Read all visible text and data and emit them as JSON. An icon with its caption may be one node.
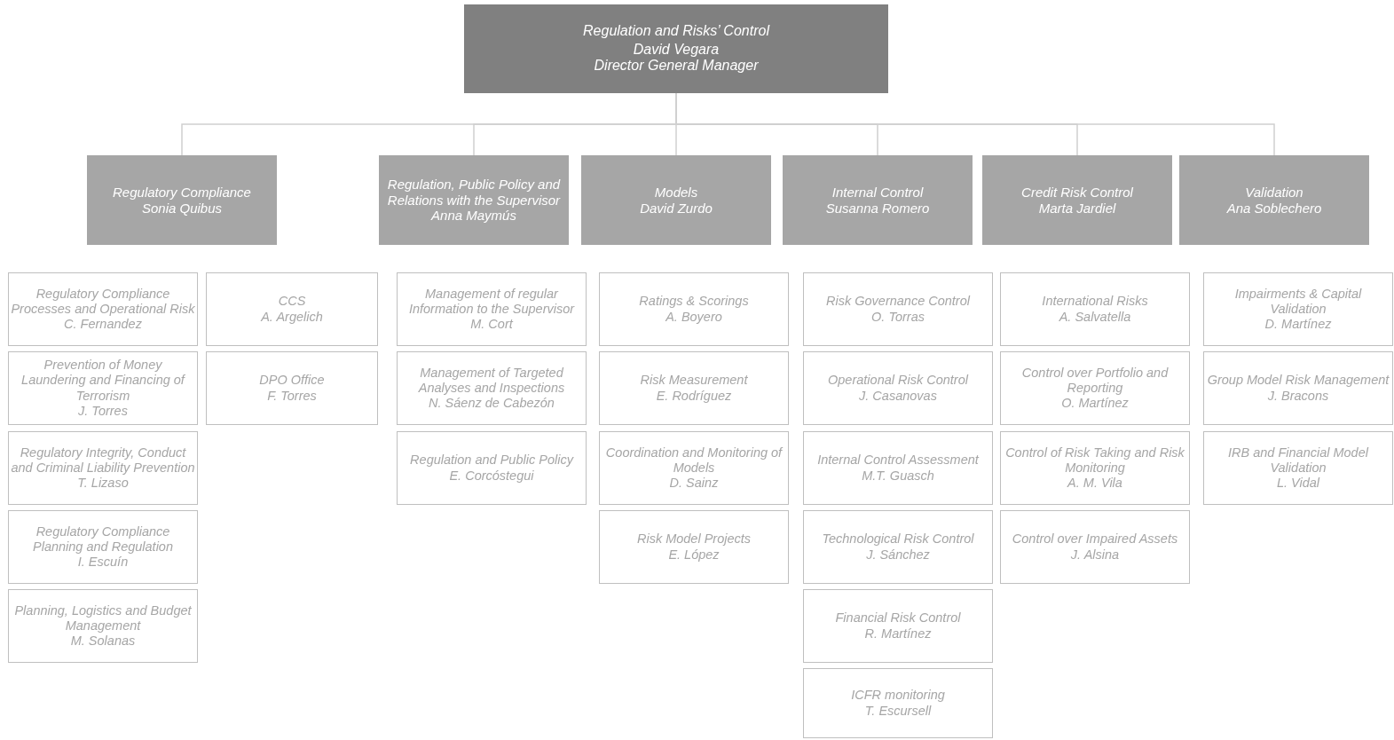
{
  "diagram": {
    "nodes": [
      {
        "text": [
          "Regulation and Risks’ Control",
          "David Vegara",
          "Director General Manager"
        ]
      },
      {
        "text": [
          "Regulatory Compliance",
          "Sonia Quibus"
        ]
      },
      {
        "text": [
          "Regulation, Public Policy and Relations with the Supervisor",
          "Anna Maymús"
        ]
      },
      {
        "text": [
          "Models",
          "David Zurdo"
        ]
      },
      {
        "text": [
          "Internal Control",
          "Susanna Romero"
        ]
      },
      {
        "text": [
          "Credit Risk Control",
          "Marta Jardiel"
        ]
      },
      {
        "text": [
          "Validation",
          "Ana Soblechero"
        ]
      },
      {
        "text": [
          "Regulatory Compliance Processes and Operational Risk",
          "C. Fernandez"
        ]
      },
      {
        "text": [
          "Prevention of Money Laundering and Financing of Terrorism",
          "J. Torres"
        ]
      },
      {
        "text": [
          "Regulatory Integrity, Conduct and Criminal Liability Prevention",
          "T. Lizaso"
        ]
      },
      {
        "text": [
          "Regulatory Compliance Planning and Regulation",
          "I. Escuín"
        ]
      },
      {
        "text": [
          "Planning, Logistics and Budget Management",
          "M. Solanas"
        ]
      },
      {
        "text": [
          "CCS",
          "A. Argelich"
        ]
      },
      {
        "text": [
          "DPO Office",
          "F. Torres"
        ]
      },
      {
        "text": [
          "Management of regular Information to the Supervisor",
          "M. Cort"
        ]
      },
      {
        "text": [
          "Management of Targeted Analyses and Inspections",
          "N. Sáenz de Cabezón"
        ]
      },
      {
        "text": [
          "Regulation and Public Policy",
          "E. Corcóstegui"
        ]
      },
      {
        "text": [
          "Ratings & Scorings",
          "A. Boyero"
        ]
      },
      {
        "text": [
          "Risk Measurement",
          "E. Rodríguez"
        ]
      },
      {
        "text": [
          "Coordination and Monitoring of Models",
          "D. Sainz"
        ]
      },
      {
        "text": [
          "Risk Model Projects",
          "E. López"
        ]
      },
      {
        "text": [
          "Risk Governance Control",
          "O. Torras"
        ]
      },
      {
        "text": [
          "Operational Risk Control",
          "J. Casanovas"
        ]
      },
      {
        "text": [
          "Internal Control Assessment",
          "M.T. Guasch"
        ]
      },
      {
        "text": [
          "Technological Risk Control",
          "J. Sánchez"
        ]
      },
      {
        "text": [
          "Financial Risk Control",
          "R. Martínez"
        ]
      },
      {
        "text": [
          "ICFR monitoring",
          "T. Escursell"
        ]
      },
      {
        "text": [
          "International Risks",
          "A. Salvatella"
        ]
      },
      {
        "text": [
          "Control over Portfolio and Reporting",
          "O. Martínez"
        ]
      },
      {
        "text": [
          "Control of Risk Taking and Risk Monitoring",
          "A. M. Vila"
        ]
      },
      {
        "text": [
          "Control over Impaired Assets",
          "J. Alsina"
        ]
      },
      {
        "text": [
          "Impairments & Capital Validation",
          "D. Martínez"
        ]
      },
      {
        "text": [
          "Group Model Risk Management",
          "J. Bracons"
        ]
      },
      {
        "text": [
          "IRB and Financial Model Validation",
          "L. Vidal"
        ]
      }
    ],
    "edges": [
      {
        "from": 0,
        "to": 1,
        "arrow": "none"
      },
      {
        "from": 0,
        "to": 2,
        "arrow": "none"
      },
      {
        "from": 0,
        "to": 3,
        "arrow": "none"
      },
      {
        "from": 0,
        "to": 4,
        "arrow": "none"
      },
      {
        "from": 0,
        "to": 5,
        "arrow": "none"
      },
      {
        "from": 0,
        "to": 6,
        "arrow": "none"
      }
    ]
  }
}
